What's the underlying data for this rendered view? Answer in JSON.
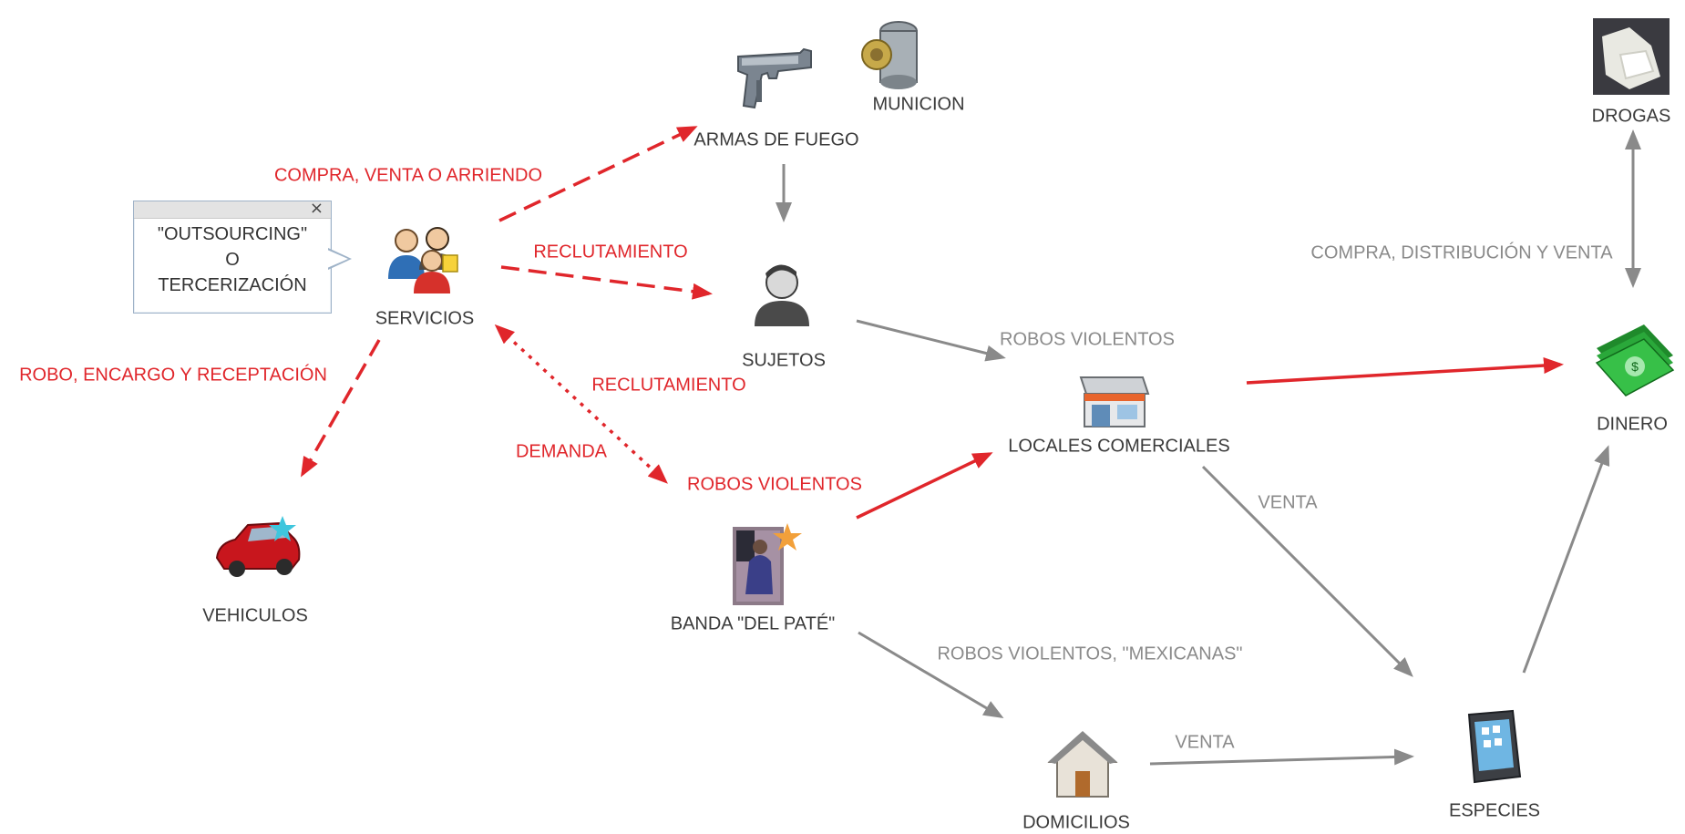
{
  "colors": {
    "red": "#e0262b",
    "gray": "#8a8a8a",
    "text": "#3a3a3a"
  },
  "nodes": {
    "municion": {
      "label": "MUNICION",
      "icon": "ammunition-icon"
    },
    "armas": {
      "label": "ARMAS DE FUEGO",
      "icon": "pistol-icon"
    },
    "drogas": {
      "label": "DROGAS",
      "icon": "drugs-icon"
    },
    "servicios": {
      "label": "SERVICIOS",
      "icon": "users-icon"
    },
    "sujetos": {
      "label": "SUJETOS",
      "icon": "person-icon"
    },
    "dinero": {
      "label": "DINERO",
      "icon": "money-icon"
    },
    "locales": {
      "label": "LOCALES COMERCIALES",
      "icon": "store-icon"
    },
    "vehiculos": {
      "label": "VEHICULOS",
      "icon": "car-icon"
    },
    "banda": {
      "label": "BANDA \"DEL PATÉ\"",
      "icon": "gang-photo-icon"
    },
    "domicilios": {
      "label": "DOMICILIOS",
      "icon": "house-icon"
    },
    "especies": {
      "label": "ESPECIES",
      "icon": "phone-icon"
    }
  },
  "callout": {
    "lines": [
      "\"OUTSOURCING\"",
      "O",
      "TERCERIZACIÓN"
    ],
    "close": "×"
  },
  "edges": {
    "compra_venta": "COMPRA, VENTA O ARRIENDO",
    "reclutamiento1": "RECLUTAMIENTO",
    "reclutamiento2": "RECLUTAMIENTO",
    "robo_encargo": "ROBO, ENCARGO Y RECEPTACIÓN",
    "demanda": "DEMANDA",
    "robos_violentos_banda": "ROBOS VIOLENTOS",
    "robos_violentos_sujetos": "ROBOS VIOLENTOS",
    "compra_distribucion": "COMPRA, DISTRIBUCIÓN Y VENTA",
    "venta_locales": "VENTA",
    "robos_mexicanas": "ROBOS VIOLENTOS, \"MEXICANAS\"",
    "venta_domicilios": "VENTA"
  }
}
